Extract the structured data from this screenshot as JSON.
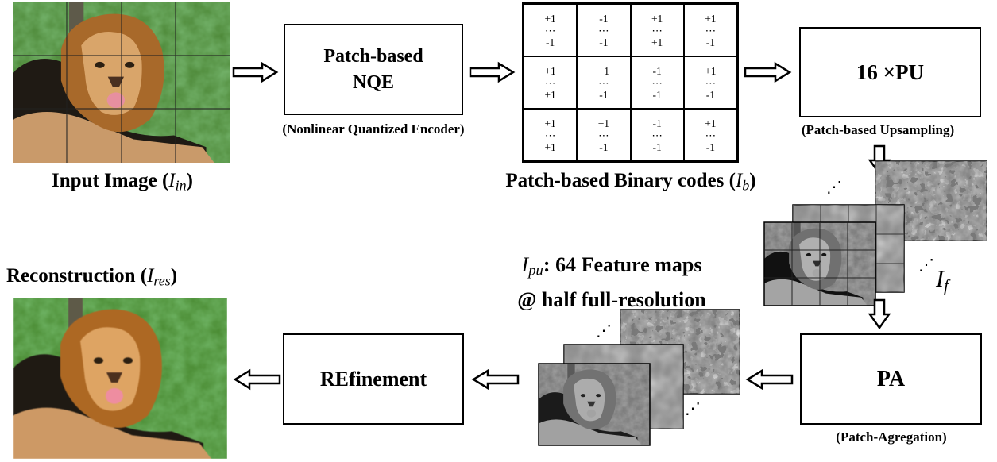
{
  "input": {
    "caption_text": "Input Image (",
    "symbol": "I",
    "subscript": "in",
    "caption_close": ")"
  },
  "nqe": {
    "line1": "Patch-based",
    "line2": "NQE",
    "caption": "(Nonlinear Quantized Encoder)"
  },
  "binary": {
    "caption_text": "Patch-based Binary codes (",
    "symbol": "I",
    "subscript": "b",
    "caption_close": ")",
    "cells": [
      [
        "+1",
        "⋯",
        "-1"
      ],
      [
        "-1",
        "⋯",
        "-1"
      ],
      [
        "+1",
        "⋯",
        "+1"
      ],
      [
        "+1",
        "⋯",
        "-1"
      ],
      [
        "+1",
        "⋯",
        "+1"
      ],
      [
        "+1",
        "⋯",
        "-1"
      ],
      [
        "-1",
        "⋯",
        "-1"
      ],
      [
        "+1",
        "⋯",
        "-1"
      ],
      [
        "+1",
        "⋯",
        "+1"
      ],
      [
        "+1",
        "⋯",
        "-1"
      ],
      [
        "-1",
        "⋯",
        "-1"
      ],
      [
        "+1",
        "⋯",
        "-1"
      ]
    ]
  },
  "pu": {
    "label": "16 ×PU",
    "caption": "(Patch-based Upsampling)"
  },
  "features": {
    "symbol": "I",
    "subscript": "f",
    "dots": "⋰"
  },
  "pa": {
    "label": "PA",
    "caption": "(Patch-Agregation)"
  },
  "ipu": {
    "symbol": "I",
    "subscript": "pu",
    "line1_rest": ": 64 Feature maps",
    "line2": "@ half full-resolution",
    "dots": "⋰"
  },
  "refine": {
    "label": "REfinement"
  },
  "recon": {
    "caption_text": "Reconstruction (",
    "symbol": "I",
    "subscript": "res",
    "caption_close": ")"
  },
  "colors": {
    "grass": "#4f8a3a",
    "mane": "#a8692a",
    "fur": "#c99a6a",
    "tongue": "#e78fa0",
    "dark": "#1f1a14"
  }
}
